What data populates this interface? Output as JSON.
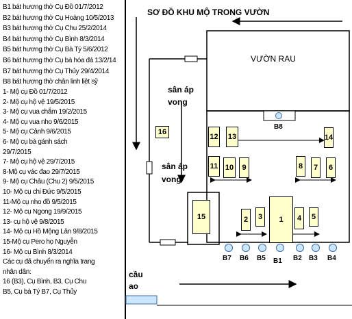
{
  "incense_legend": [
    "B1 bát hương thờ Cụ Đồ 01/7/2012",
    "B2 bát hương thờ Cụ Hoàng 10/5/2013",
    "B3 bát hương thờ Cụ Chu 25/2/2014",
    "B4 bát hương thờ Cụ Bình 8/3/2014",
    "B5 bát hương thờ Cụ Bà Tý 5/6/2012",
    "B6 bát hương thờ Cụ bà hóa đá 13/2/14",
    "B7 bát hương thờ Cụ Thủy 29/4/2014",
    "B8 bát hương thờ chân linh liệt sỹ"
  ],
  "tomb_legend": [
    "1- Mộ cụ Đồ 01/7/2012",
    " 2- Mộ cụ hộ vệ 19/5/2015",
    "3- Mộ cụ vua chắm 19/2/2015",
    "4- Mộ cụ vua nho 9/6/2015",
    "5- Mộ cụ Cảnh 9/6/2015",
    "6- Mộ cụ bà gánh sách",
    "29/7/2015",
    "7- Mộ cụ hộ vệ 29/7/2015",
    "8-Mộ cụ vác đao 29/7/2015",
    "9- Mộ cụ Châu (Chu 2) 9/5/2015",
    "10- Mộ cụ chi Đức 9/5/2015",
    "11-Mộ cụ nho đồ 9/5/2015",
    "12- Mộ cụ Ngong 19/9/2015",
    "13- cụ hộ vệ 9/8/2015",
    "14- Mộ cụ Hồ Mộng Lân 9/8/2015",
    "15-Mộ cụ Pero họ Nguyễn",
    "16- Mộ cụ Bình 8/3/2014",
    "Các cụ đã chuyển ra nghĩa trang",
    "     nhân dân:",
    "16 (B3), Cụ Bình, B3, Cụ Chu",
    "B5,  Cụ bà Tý B7, Cụ Thủy"
  ],
  "diagram": {
    "title": "SƠ ĐỒ KHU MỘ TRONG VƯỜN",
    "garden": "VƯỜN RAU",
    "yard_top": [
      "sân áp",
      "vong"
    ],
    "yard_mid": [
      "sân áp",
      "vong"
    ],
    "bridge": [
      "cầu",
      "ao"
    ]
  },
  "graves": [
    {
      "id": "g1",
      "label": "1"
    },
    {
      "id": "g2",
      "label": "2"
    },
    {
      "id": "g3",
      "label": "3"
    },
    {
      "id": "g4",
      "label": "4"
    },
    {
      "id": "g5",
      "label": "5"
    },
    {
      "id": "g6",
      "label": "6"
    },
    {
      "id": "g7",
      "label": "7"
    },
    {
      "id": "g8",
      "label": "8"
    },
    {
      "id": "g9",
      "label": "9"
    },
    {
      "id": "g10",
      "label": "10"
    },
    {
      "id": "g11",
      "label": "11"
    },
    {
      "id": "g12",
      "label": "12"
    },
    {
      "id": "g13",
      "label": "13"
    },
    {
      "id": "g14",
      "label": "14"
    },
    {
      "id": "g15",
      "label": "15"
    },
    {
      "id": "g16",
      "label": "16"
    }
  ],
  "incense_bowls": [
    "B7",
    "B6",
    "B5",
    "B1",
    "B2",
    "B3",
    "B4",
    "B8"
  ],
  "colors": {
    "grave_fill": "#ffffcc",
    "bowl_fill": "#cce6ff",
    "pond": "#cce6ff"
  }
}
